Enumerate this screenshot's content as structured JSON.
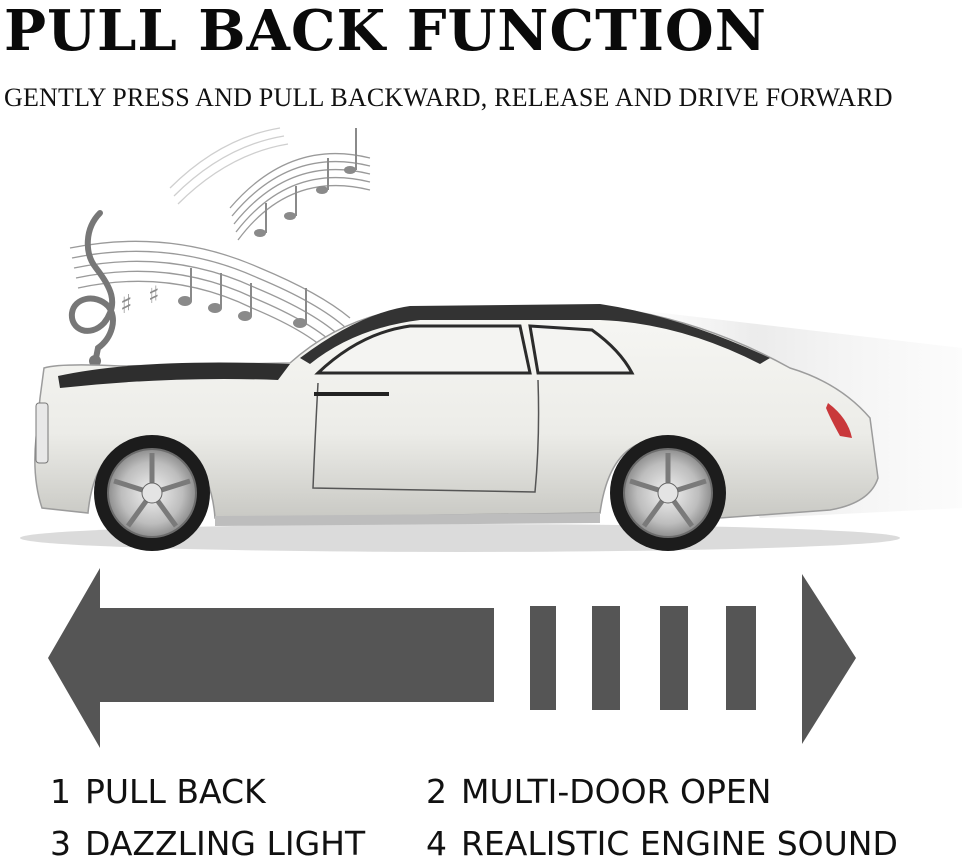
{
  "header": {
    "title": "PULL BACK FUNCTION",
    "subtitle": "GENTLY PRESS AND PULL BACKWARD, RELEASE AND DRIVE FORWARD"
  },
  "illustration": {
    "music_icon": "music-notes-icon",
    "car_icon": "white-coupe-car",
    "arrow_icon": "double-arrow-icon",
    "colors": {
      "arrow": "#555555",
      "car_body": "#efefeb",
      "car_roof": "#2e2e2e",
      "notes": "#8a8a8a"
    }
  },
  "features": [
    {
      "number": "1",
      "label": "PULL BACK"
    },
    {
      "number": "2",
      "label": "MULTI-DOOR OPEN"
    },
    {
      "number": "3",
      "label": "DAZZLING LIGHT"
    },
    {
      "number": "4",
      "label": "REALISTIC ENGINE SOUND"
    }
  ]
}
